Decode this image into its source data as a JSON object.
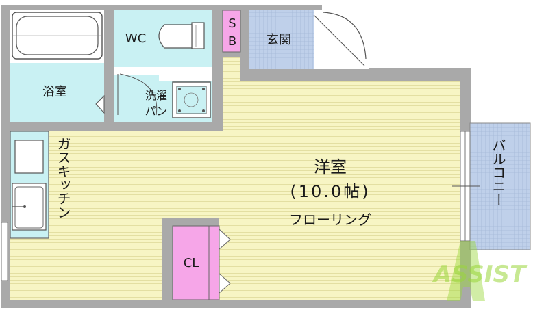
{
  "rooms": {
    "wc": "WC",
    "sb_top": "S",
    "sb_bottom": "B",
    "entrance": "玄関",
    "bath": "浴室",
    "laundry_line1": "洗濯",
    "laundry_line2": "パン",
    "kitchen": "ガスキッチン",
    "western_room": "洋室",
    "western_room_size": "(10.0帖)",
    "flooring": "フローリング",
    "closet": "CL",
    "balcony": "バルコニー"
  },
  "watermark": "ASSIST",
  "colors": {
    "wall": "#aaaaaa",
    "wet_area": "#c8f0f2",
    "floor": "#f7f5c4",
    "closet": "#f6a6e8",
    "tile": "#b9cdea",
    "watermark_green": "#9ad63a"
  }
}
